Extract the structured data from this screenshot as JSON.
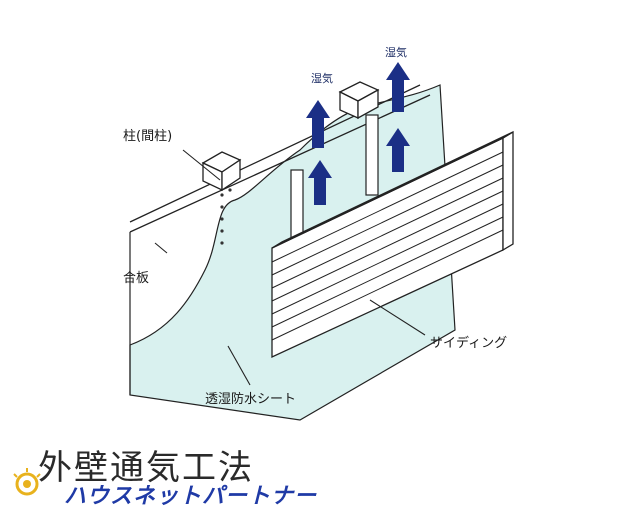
{
  "labels": {
    "pillar": "柱(間柱)",
    "plywood": "合板",
    "moisture_1": "湿気",
    "moisture_2": "湿気",
    "siding": "サイディング",
    "membrane": "透湿防水シート"
  },
  "footer": {
    "title": "外壁通気工法",
    "brand": "ハウスネットパートナー"
  },
  "colors": {
    "membrane": "#d9f1ef",
    "arrow": "#1b2f86",
    "line": "#222222",
    "brand": "#1f3aa6"
  }
}
